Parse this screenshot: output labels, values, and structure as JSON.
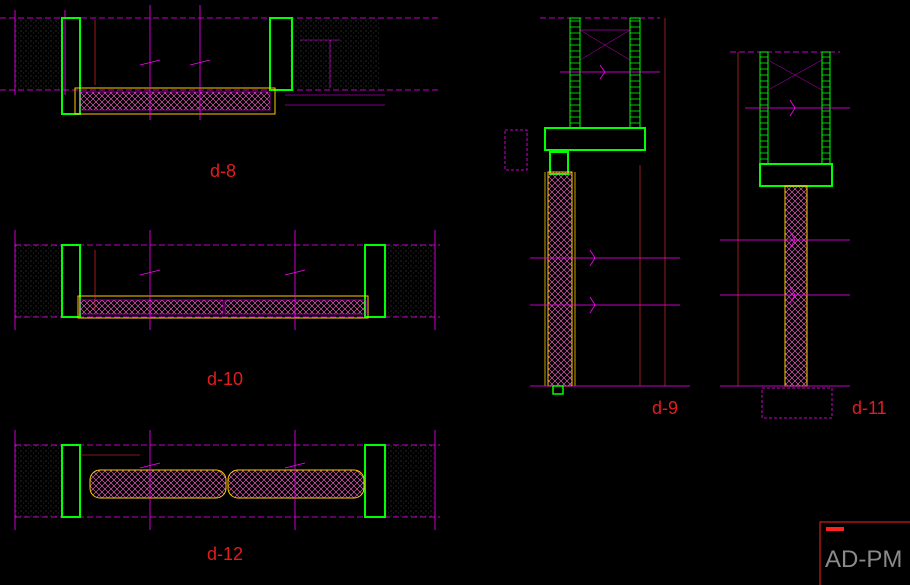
{
  "details": [
    {
      "id": "d8",
      "title": "d-8"
    },
    {
      "id": "d10",
      "title": "d-10"
    },
    {
      "id": "d12",
      "title": "d-12"
    },
    {
      "id": "d9",
      "title": "d-9"
    },
    {
      "id": "d11",
      "title": "d-11"
    }
  ],
  "stamp": {
    "text": "AD-PM"
  },
  "colors": {
    "background": "#000000",
    "wall_line": "#ff00ff",
    "frame": "#00ff00",
    "text": "#ff2020",
    "dims": "#ff3030",
    "hatch": "#ffffff",
    "wood": "#ffcc00"
  }
}
